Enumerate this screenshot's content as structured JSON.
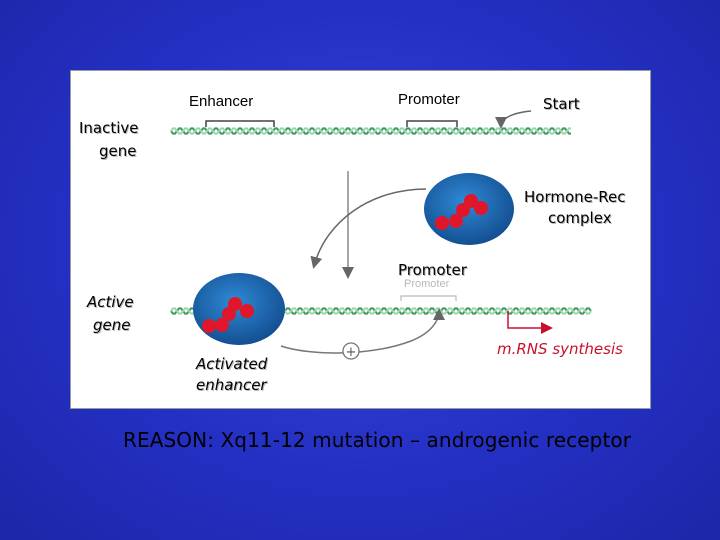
{
  "diagram": {
    "labels": {
      "enhancer": "Enhancer",
      "promoter_top": "Promoter",
      "start": "Start",
      "inactive_gene_line1": "Inactive",
      "inactive_gene_line2": "gene",
      "hormone_rec_line1": "Hormone-Rec",
      "hormone_rec_line2": "complex",
      "promoter_bottom": "Promoter",
      "active_gene_line1": "Active",
      "active_gene_line2": "gene",
      "activated_enhancer_line1": "Activated",
      "activated_enhancer_line2": "enhancer",
      "mrna_synthesis": "m.RNS synthesis",
      "plus_sign": "+"
    },
    "icons": [
      "dna-strand",
      "hormone-receptor-complex",
      "curved-arrow",
      "plus-circle",
      "transcription-arrow"
    ],
    "colors": {
      "background": "#2430c4",
      "panel": "#ffffff",
      "dna_green": "#3c9a5f",
      "complex_blue": "#1f6fb8",
      "molecule_red": "#e0162b",
      "mrna_label": "#c8102e"
    }
  },
  "caption": "REASON: Xq11-12 mutation – androgenic receptor"
}
